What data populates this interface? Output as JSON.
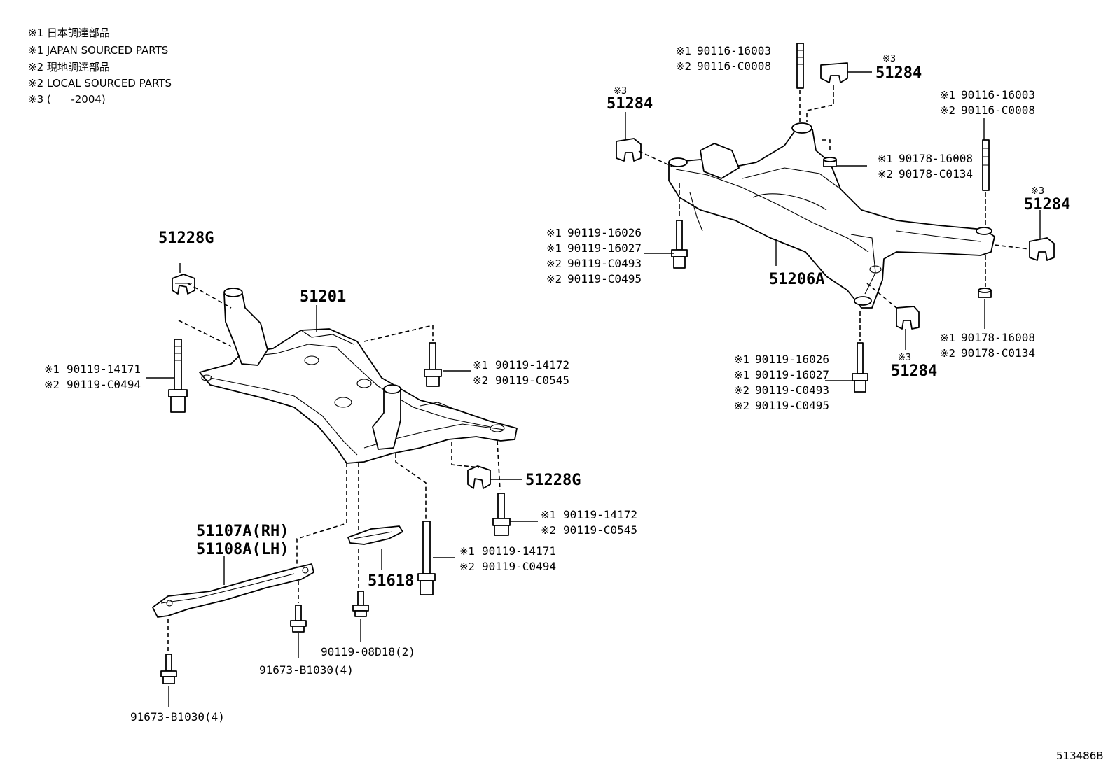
{
  "legend": [
    "※1 日本調達部品",
    "※1 JAPAN SOURCED PARTS",
    "※2 現地調達部品",
    "※2 LOCAL SOURCED PARTS",
    "※3 (      -2004)"
  ],
  "marks": {
    "m1": "※1",
    "m2": "※2",
    "m3": "※3"
  },
  "parts": {
    "p51228G": "51228G",
    "p51201": "51201",
    "p51107A": "51107A(RH)",
    "p51108A": "51108A(LH)",
    "p51618": "51618",
    "p51206A": "51206A",
    "p51284": "51284",
    "p90119_14171": "90119-14171",
    "p90119_C0494": "90119-C0494",
    "p90119_14172": "90119-14172",
    "p90119_C0545": "90119-C0545",
    "p90119_08D18": "90119-08D18(2)",
    "p91673_B1030": "91673-B1030(4)",
    "p90116_16003": "90116-16003",
    "p90116_C0008": "90116-C0008",
    "p90178_16008": "90178-16008",
    "p90178_C0134": "90178-C0134",
    "p90119_16026": "90119-16026",
    "p90119_16027": "90119-16027",
    "p90119_C0493": "90119-C0493",
    "p90119_C0495": "90119-C0495"
  },
  "diagram_id": "513486B"
}
